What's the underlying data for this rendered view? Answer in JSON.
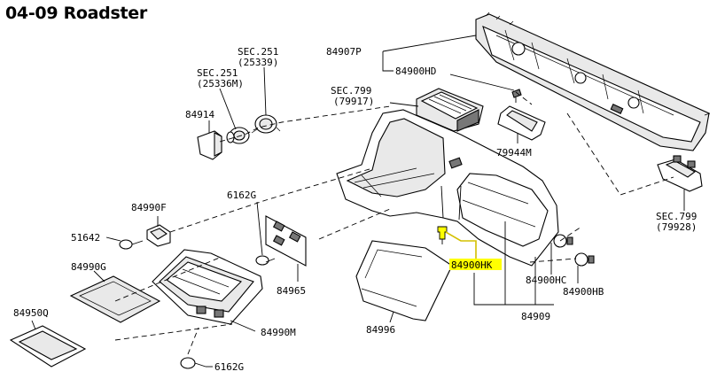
{
  "title": "04-09 Roadster",
  "highlight_color": "#ffff00",
  "highlight_line_color": "#d4c000",
  "callouts": [
    {
      "id": "84907P",
      "text": "84907P"
    },
    {
      "id": "84900HD",
      "text": "84900HD"
    },
    {
      "id": "sec251-a-title",
      "text": "SEC.251"
    },
    {
      "id": "sec251-a-sub",
      "text": "(25339)"
    },
    {
      "id": "sec251-b-title",
      "text": "SEC.251"
    },
    {
      "id": "sec251-b-sub",
      "text": "(25336M)"
    },
    {
      "id": "84914",
      "text": "84914"
    },
    {
      "id": "sec799-a-title",
      "text": "SEC.799"
    },
    {
      "id": "sec799-a-sub",
      "text": "(79917)"
    },
    {
      "id": "79944M",
      "text": "79944M"
    },
    {
      "id": "sec799-b-title",
      "text": "SEC.799"
    },
    {
      "id": "sec799-b-sub",
      "text": "(79928)"
    },
    {
      "id": "84990F",
      "text": "84990F"
    },
    {
      "id": "6162G-top",
      "text": "6162G"
    },
    {
      "id": "51642",
      "text": "51642"
    },
    {
      "id": "84990G",
      "text": "84990G"
    },
    {
      "id": "84965",
      "text": "84965"
    },
    {
      "id": "84900HK",
      "text": "84900HK"
    },
    {
      "id": "84900HC",
      "text": "84900HC"
    },
    {
      "id": "84900HB",
      "text": "84900HB"
    },
    {
      "id": "84950Q",
      "text": "84950Q"
    },
    {
      "id": "84996",
      "text": "84996"
    },
    {
      "id": "84909",
      "text": "84909"
    },
    {
      "id": "84990M",
      "text": "84990M"
    },
    {
      "id": "6162G-bottom",
      "text": "6162G"
    }
  ]
}
